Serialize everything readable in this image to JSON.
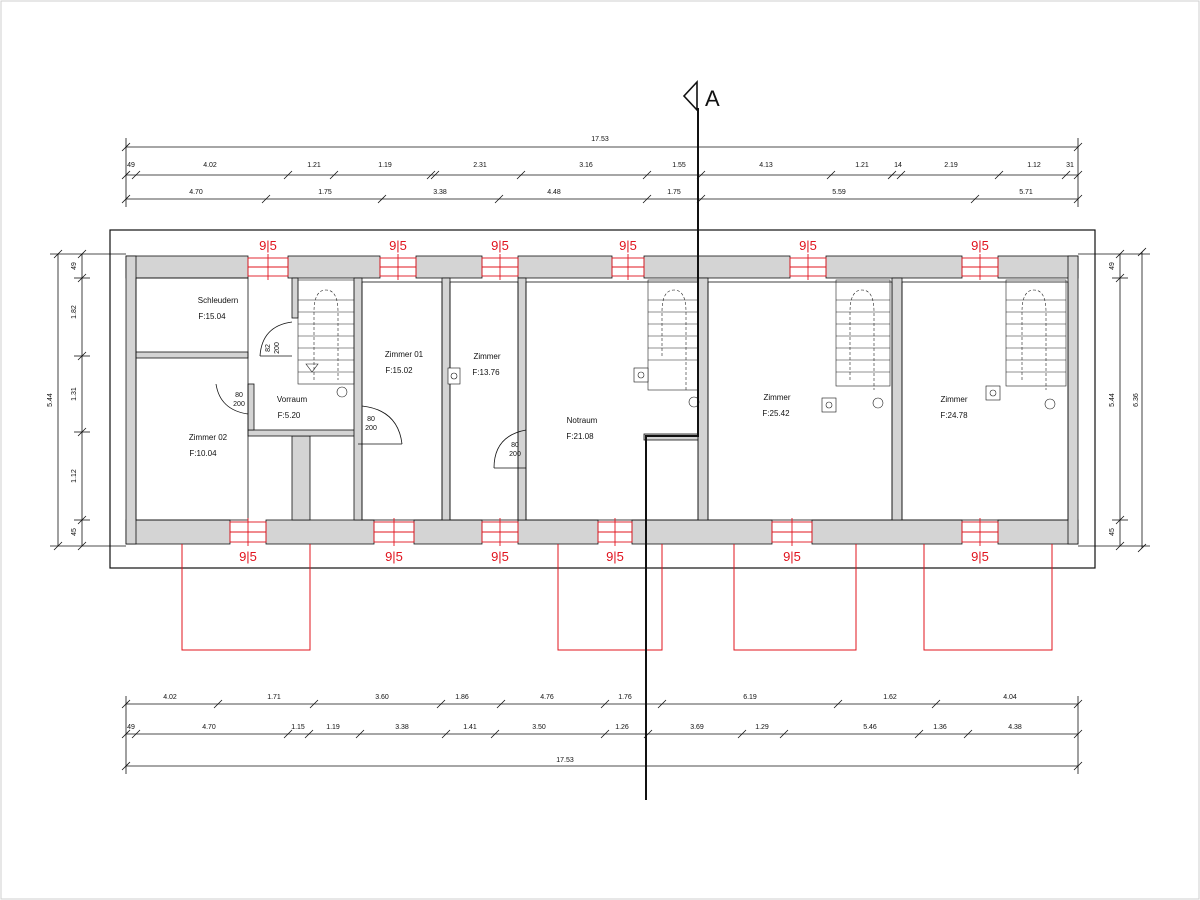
{
  "section": {
    "label": "A"
  },
  "dims_top": {
    "overall": "17.53",
    "row1": [
      "49",
      "4.02",
      "1.21",
      "1.19",
      "2.31",
      "3.16",
      "1.55",
      "4.13",
      "1.21",
      "14",
      "2.19",
      "1.12",
      "31"
    ],
    "row2": [
      "4.70",
      "1.75",
      "3.38",
      "4.48",
      "1.75",
      "5.59",
      "5.71"
    ]
  },
  "dims_bottom": {
    "row1": [
      "4.02",
      "1.71",
      "3.60",
      "1.86",
      "4.76",
      "1.76",
      "6.19",
      "1.62",
      "4.04"
    ],
    "row2": [
      "49",
      "4.70",
      "1.15",
      "1.19",
      "3.38",
      "1.41",
      "3.50",
      "1.26",
      "3.69",
      "1.29",
      "5.46",
      "1.36",
      "4.38"
    ],
    "overall": "17.53"
  },
  "dims_left": {
    "overall": "5.44",
    "segments": [
      "49",
      "1.82",
      "1.31",
      "1.12",
      "45"
    ]
  },
  "dims_right": {
    "overall_inner": "5.44",
    "overall_outer": "6.36",
    "segments": [
      "49",
      "45"
    ]
  },
  "window_tag": "9|5",
  "rooms": [
    {
      "name": "Schleudern",
      "area": "F:15.04"
    },
    {
      "name": "Zimmer 02",
      "area": "F:10.04"
    },
    {
      "name": "Vorraum",
      "area": "F:5.20"
    },
    {
      "name": "Zimmer 01",
      "area": "F:15.02"
    },
    {
      "name": "Zimmer",
      "area": "F:13.76"
    },
    {
      "name": "Notraum",
      "area": "F:21.08"
    },
    {
      "name": "Zimmer",
      "area": "F:25.42"
    },
    {
      "name": "Zimmer",
      "area": "F:24.78"
    }
  ],
  "doors": [
    {
      "w": "80",
      "h": "200"
    },
    {
      "w": "80",
      "h": "200"
    },
    {
      "w": "80",
      "h": "200"
    },
    {
      "w": "82",
      "h": "200"
    }
  ],
  "colors": {
    "wall": "#d4d4d4",
    "window": "#e0141e",
    "line": "#111111"
  }
}
